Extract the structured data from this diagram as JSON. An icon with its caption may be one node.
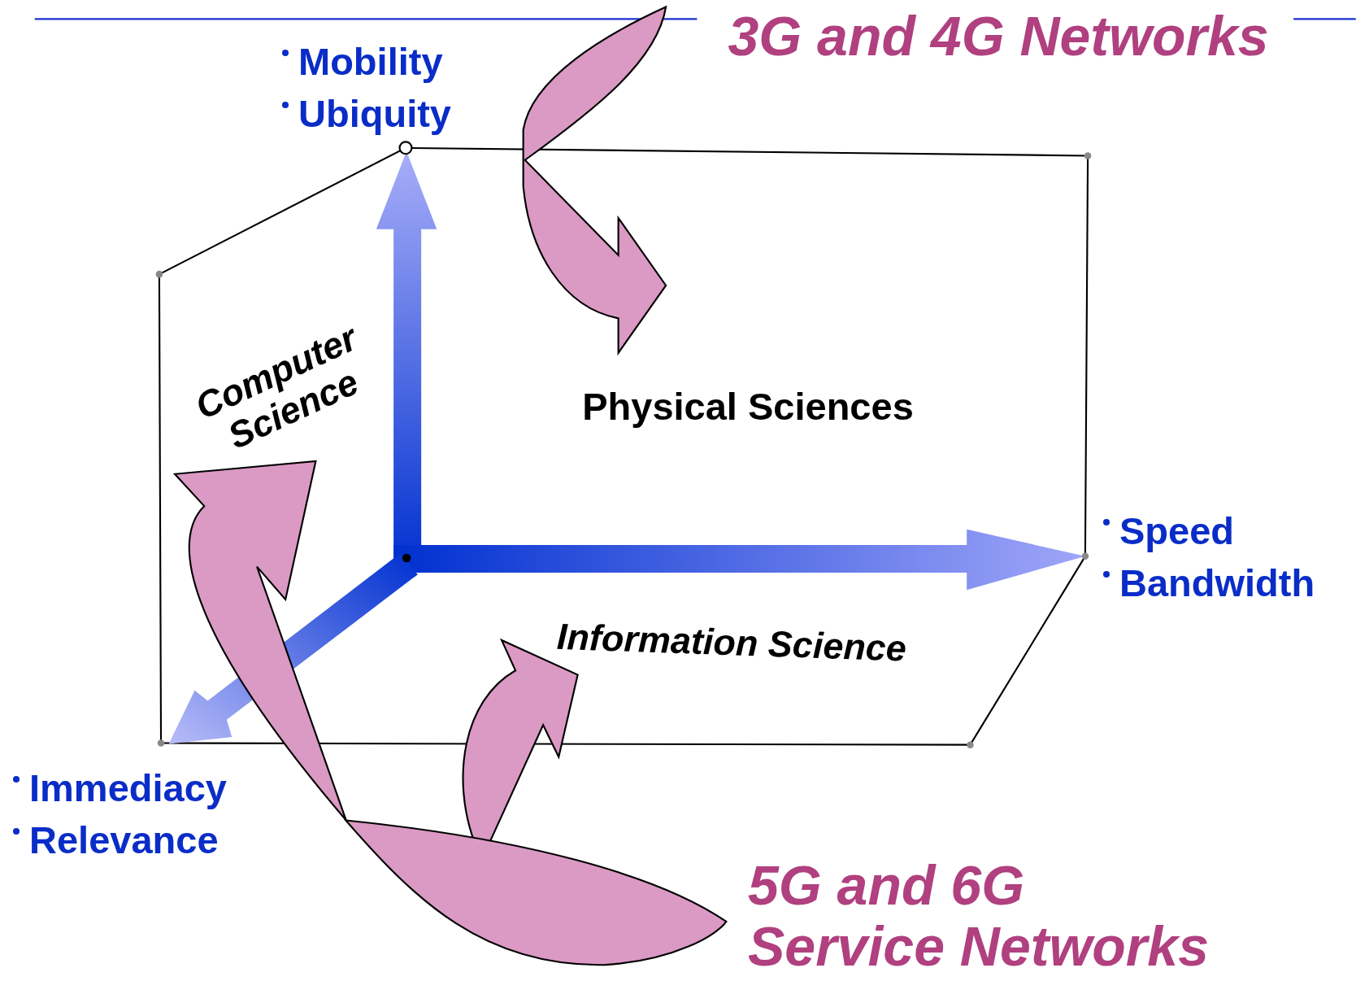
{
  "diagram": {
    "nodes": [
      {
        "text": [
          "3G and 4G Networks"
        ]
      },
      {
        "text": [
          "Physical Sciences"
        ]
      },
      {
        "text": [
          "Computer Science"
        ]
      },
      {
        "text": [
          "Information Science"
        ]
      },
      {
        "text": [
          "5G and 6G Service Networks"
        ]
      }
    ],
    "edges": [
      {
        "from": 0,
        "to": 1,
        "arrow": "to",
        "style": "thick",
        "color": "#da9ac4"
      },
      {
        "from": 4,
        "to": 2,
        "arrow": "to",
        "style": "thick",
        "color": "#da9ac4"
      },
      {
        "from": 4,
        "to": 3,
        "arrow": "to",
        "style": "thick",
        "color": "#da9ac4"
      }
    ],
    "labels": [
      "Mobility",
      "Ubiquity",
      "Speed",
      "Bandwidth",
      "Immediacy",
      "Relevance"
    ]
  }
}
